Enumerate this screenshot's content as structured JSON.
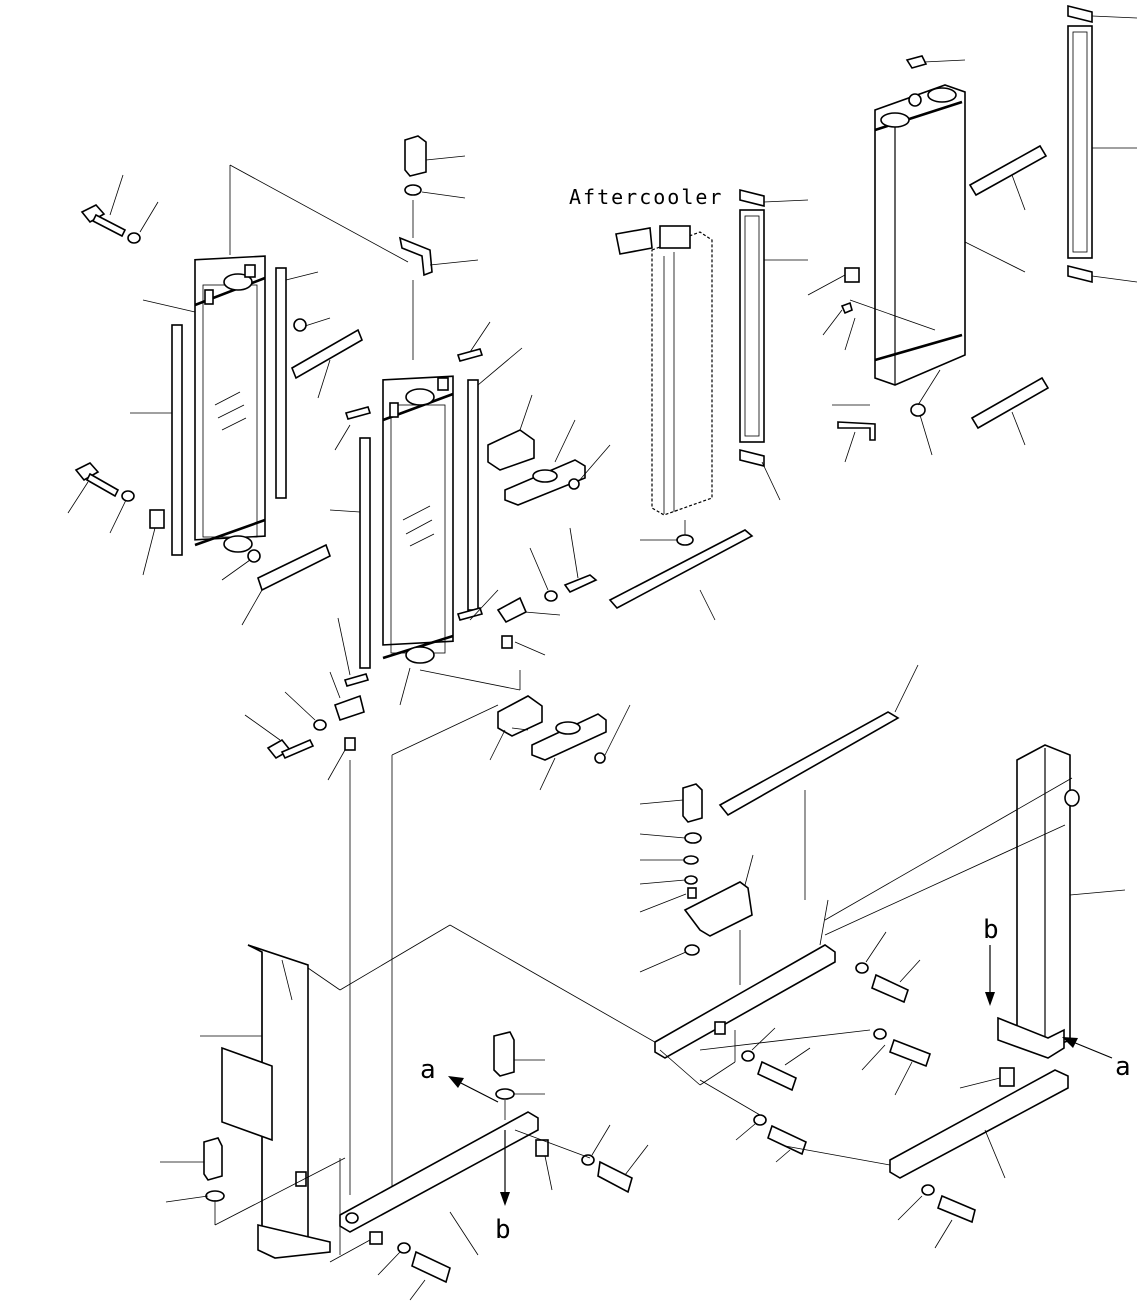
{
  "diagram": {
    "labels": {
      "aftercooler": "Aftercooler",
      "view_a_left": "a",
      "view_b_left": "b",
      "view_a_right": "a",
      "view_b_right": "b"
    }
  }
}
